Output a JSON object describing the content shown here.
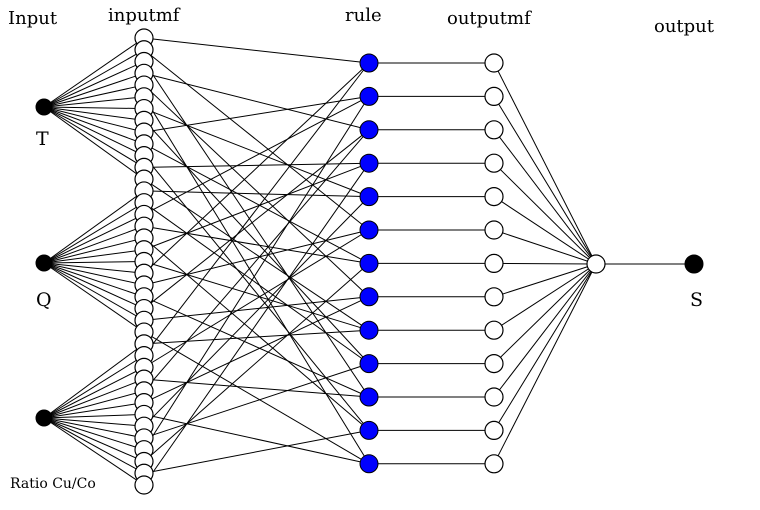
{
  "headers": {
    "input": "Input",
    "inputmf": "inputmf",
    "rule": "rule",
    "outputmf": "outputmf",
    "output": "output"
  },
  "inputs": [
    {
      "label": "T",
      "mf_count": 13
    },
    {
      "label": "Q",
      "mf_count": 13
    },
    {
      "label": "Ratio Cu/Co",
      "mf_count": 13
    }
  ],
  "output": {
    "label": "S"
  },
  "rule_count": 13,
  "outputmf_count": 13,
  "colors": {
    "rule_fill": "#0000ff",
    "input_fill": "#000000",
    "node_stroke": "#000000"
  }
}
